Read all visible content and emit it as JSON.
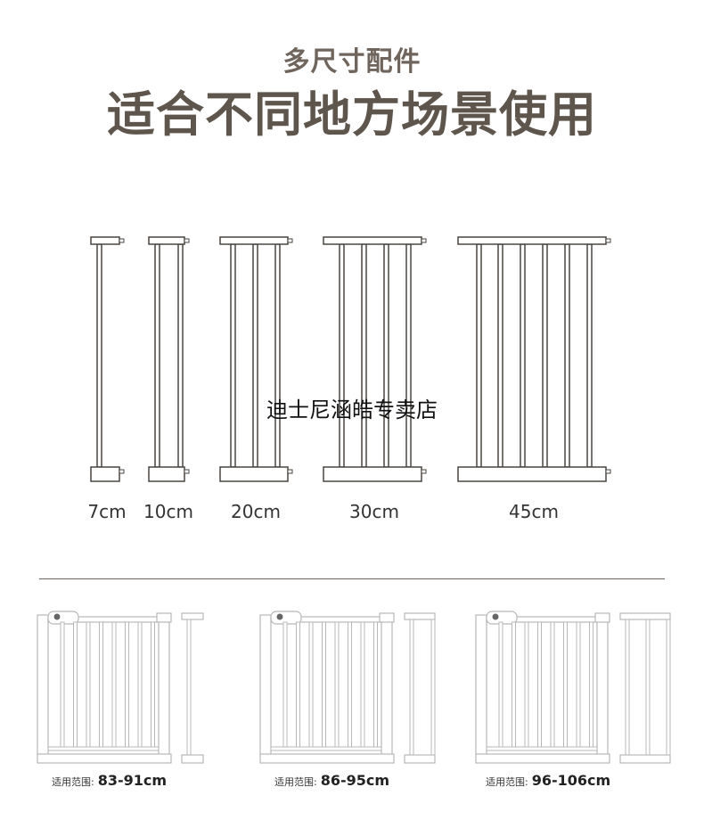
{
  "header": {
    "subtitle": "多尺寸配件",
    "title": "适合不同地方场景使用"
  },
  "colors": {
    "text_brown": "#5e554c",
    "line_dark": "#4a4540",
    "gate_line": "#b8b8b8"
  },
  "extensions": [
    {
      "label": "7cm",
      "bars": 1
    },
    {
      "label": "10cm",
      "bars": 2
    },
    {
      "label": "20cm",
      "bars": 3
    },
    {
      "label": "30cm",
      "bars": 4
    },
    {
      "label": "45cm",
      "bars": 6
    }
  ],
  "watermark": "迪士尼涵皓专卖店",
  "gates": [
    {
      "range_label": "适用范围:",
      "range_value": "83-91cm",
      "extension_bars": 1
    },
    {
      "range_label": "适用范围:",
      "range_value": "86-95cm",
      "extension_bars": 2
    },
    {
      "range_label": "适用范围:",
      "range_value": "96-106cm",
      "extension_bars": 3
    }
  ]
}
